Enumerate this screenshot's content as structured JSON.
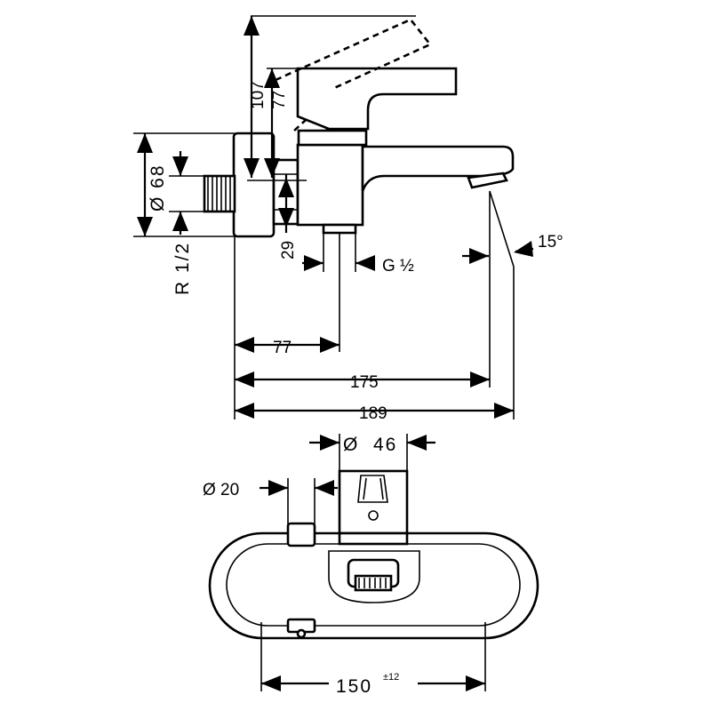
{
  "labels": {
    "dim_107": "107",
    "dim_77_vert": "77",
    "dim_d68": "Ø 68",
    "dim_r12": "R 1/2",
    "dim_29": "29",
    "dim_g12": "G ½",
    "dim_15deg": "15°",
    "dim_77": "77",
    "dim_175": "175",
    "dim_189": "189",
    "dim_d46": "Ø  46",
    "dim_d20": "Ø 20",
    "dim_150": "150",
    "dim_150_tol": "±12"
  }
}
